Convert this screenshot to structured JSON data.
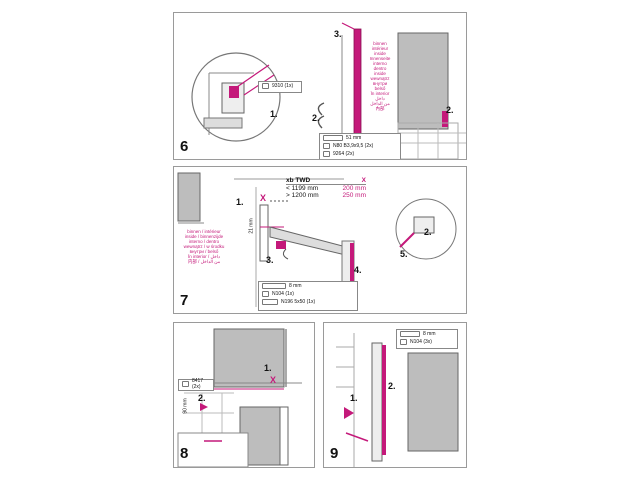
{
  "colors": {
    "accent": "#c4197a",
    "glass": "#bdbdbd",
    "line": "#555555"
  },
  "step6": {
    "number": "6",
    "callouts": [
      "1.",
      "2.",
      "2.",
      "3."
    ],
    "box_small": "9310 (1x)",
    "parts": [
      "51 mm",
      "N80 B3,9x9,5 (2x)",
      "9264 (2x)"
    ],
    "multilang": [
      "binnen",
      "intérieur",
      "inside",
      "Innenseite",
      "interno",
      "dentro",
      "inside",
      "wewnątrz",
      "внутри",
      "belső",
      "În interior",
      "داخل",
      "من الداخل",
      "內部"
    ]
  },
  "step7": {
    "number": "7",
    "callouts": [
      "1.",
      "2.",
      "3.",
      "4.",
      "5."
    ],
    "mark_x": "X",
    "dim": "21 mm",
    "table": {
      "h1": "xb TWD",
      "h2": "X",
      "r1a": "< 1199 mm",
      "r1b": "200 mm",
      "r2a": "> 1200 mm",
      "r2b": "250 mm"
    },
    "parts": [
      "8 mm",
      "N104 (1x)",
      "N196 5x50 (1x)"
    ],
    "multilang": [
      "binnen / intérieur",
      "inside / binnenzijde",
      "interno / dentro",
      "wewnątrz / w środku",
      "внутри / belső",
      "În interior / داخل",
      "内部 / من الداخل"
    ]
  },
  "step8": {
    "number": "8",
    "callouts": [
      "1.",
      "2."
    ],
    "mark_x": "X",
    "box": "8417 (2x)",
    "dim": "90 mm"
  },
  "step9": {
    "number": "9",
    "callouts": [
      "1.",
      "2."
    ],
    "parts": [
      "8 mm",
      "N104 (3x)"
    ]
  }
}
